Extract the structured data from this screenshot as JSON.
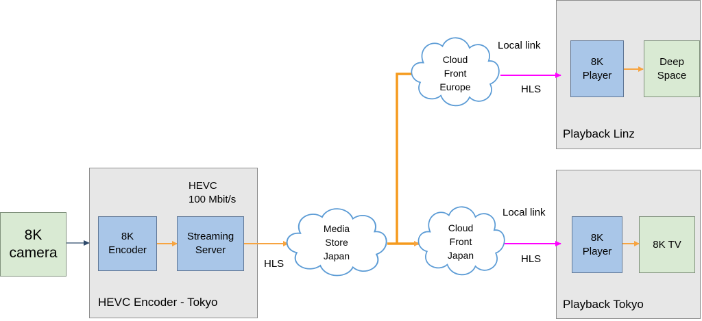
{
  "nodes": {
    "camera": "8K\ncamera",
    "encoder": "8K\nEncoder",
    "streaming_server": "Streaming\nServer",
    "player_linz": "8K\nPlayer",
    "deep_space": "Deep\nSpace",
    "player_tokyo": "8K\nPlayer",
    "tv": "8K TV"
  },
  "groups": {
    "encoder_group": "HEVC Encoder - Tokyo",
    "linz_group": "Playback Linz",
    "tokyo_group": "Playback Tokyo"
  },
  "clouds": {
    "media_store": "Media\nStore\nJapan",
    "cf_europe": "Cloud\nFront\nEurope",
    "cf_japan": "Cloud\nFront\nJapan"
  },
  "labels": {
    "hevc": "HEVC\n100 Mbit/s",
    "hls_encoder": "HLS",
    "local_link_europe": "Local link",
    "hls_europe": "HLS",
    "local_link_japan": "Local link",
    "hls_japan": "HLS"
  },
  "colors": {
    "orange": "#f7a440",
    "trunk_orange": "#f59a1d",
    "magenta": "#ff00ff",
    "navy": "#2f4a6b",
    "group_bg": "#e7e7e7",
    "blue_box": "#a9c6e8",
    "green_box": "#d9ead3"
  }
}
